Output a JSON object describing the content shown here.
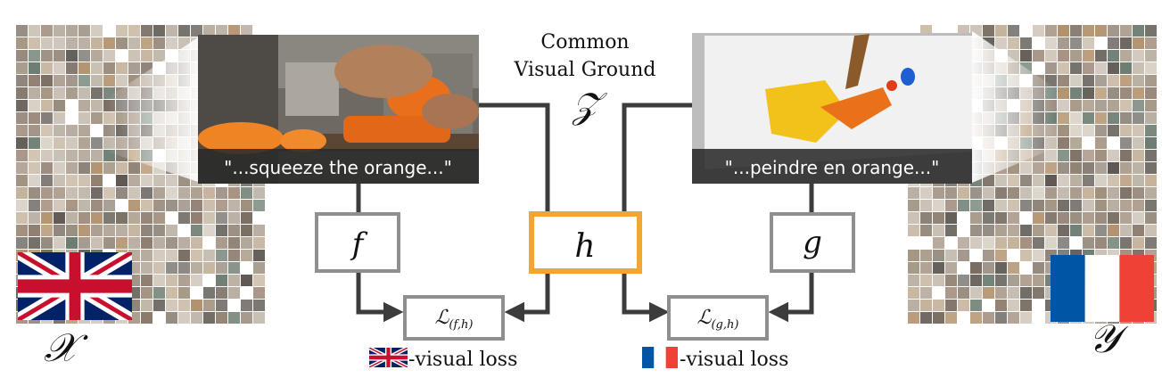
{
  "title_line1": "Common",
  "title_line2": "Visual Ground",
  "ground_symbol": "𝒵",
  "left": {
    "domain_symbol": "𝒳",
    "caption": "\"...squeeze the orange...\"",
    "encoder_label": "f",
    "loss_main": "ℒ",
    "loss_sub": "(f,h)",
    "loss_caption": "-visual loss"
  },
  "right": {
    "domain_symbol": "𝒴",
    "caption": "\"...peindre en orange...\"",
    "encoder_label": "g",
    "loss_main": "ℒ",
    "loss_sub": "(g,h)",
    "loss_caption": "-visual loss"
  },
  "shared_label": "h",
  "colors": {
    "arrow": "#3c3c3c",
    "box": "#8f8f8f",
    "accent": "#f2a535",
    "uk_blue": "#012169",
    "uk_red": "#c8102e",
    "fr_blue": "#0055a4",
    "fr_red": "#ef4135"
  }
}
